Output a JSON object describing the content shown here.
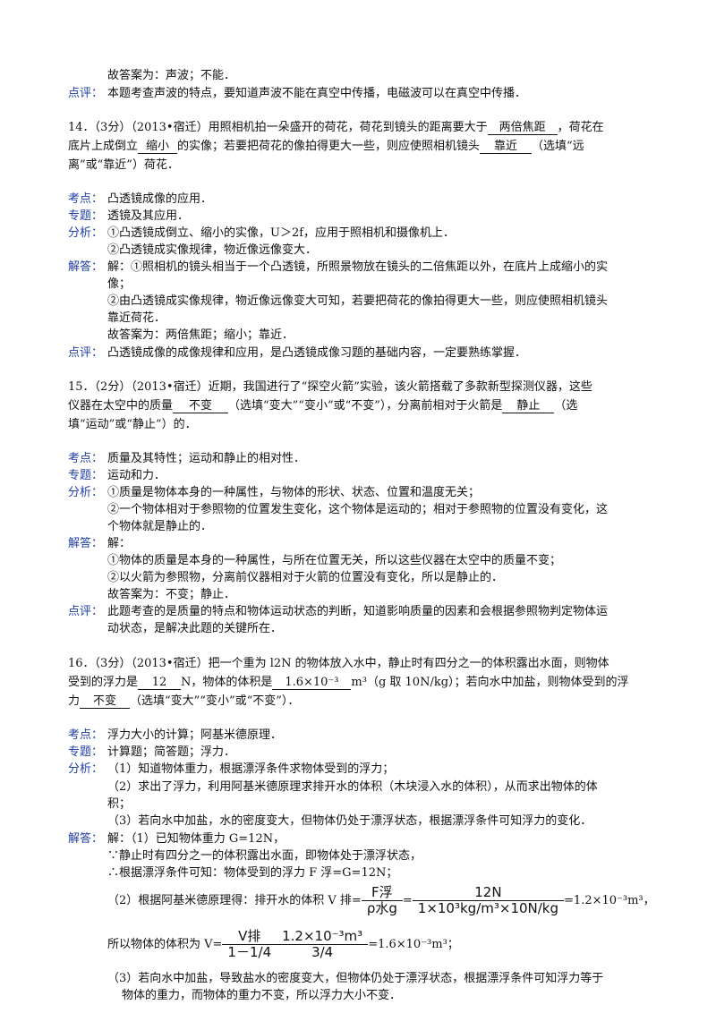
{
  "labels": {
    "pingshu": "点评：",
    "kaodian": "考点：",
    "zhuanti": "专题：",
    "fenxi": "分析：",
    "jieda": "解答："
  },
  "top": {
    "l1": "故答案为：声波；不能．",
    "l2": "本题考查声波的特点，要知道声波不能在真空中传播，电磁波可以在真空中传播．"
  },
  "q14": {
    "q_a": "14．（3分）（2013•宿迁）用照相机拍一朵盛开的荷花，荷花到镜头的距离要大于",
    "blank1": "两倍焦距",
    "q_b": "，荷花在",
    "q2_a": "底片上成倒立",
    "blank2": "缩小",
    "q2_b": "的实像；若要把荷花的像拍得更大一些，则应使照相机镜头",
    "blank3": "靠近",
    "q2_c": "（选填“远",
    "q3": "离”或“靠近”）荷花．",
    "kaodian": "凸透镜成像的应用．",
    "zhuanti": "透镜及其应用．",
    "fenxi1": "①凸透镜成倒立、缩小的实像，U＞2f，应用于照相机和摄像机上．",
    "fenxi2": "②凸透镜成实像规律，物近像远像变大．",
    "jieda1": "解：①照相机的镜头相当于一个凸透镜，所照景物放在镜头的二倍焦距以外，在底片上成缩小的实",
    "jieda1b": "像；",
    "jieda2": "②由凸透镜成实像规律，物近像远像变大可知，若要把荷花的像拍得更大一些，则应使照相机镜头",
    "jieda2b": "靠近荷花．",
    "jieda3": "故答案为：两倍焦距；缩小；靠近．",
    "pingshu": "凸透镜成像的成像规律和应用，是凸透镜成像习题的基础内容，一定要熟练掌握．"
  },
  "q15": {
    "q1": "15．（2分）（2013•宿迁）近期，我国进行了“探空火箭”实验，该火箭搭载了多款新型探测仪器，这些",
    "q2_a": "仪器在太空中的质量",
    "blank1": "不变",
    "q2_b": "（选填“变大”“变小”或“不变”），分离前相对于火箭是",
    "blank2": "静止",
    "q2_c": "（选",
    "q3": "填“运动”或“静止”）的．",
    "kaodian": "质量及其特性；运动和静止的相对性．",
    "zhuanti": "运动和力．",
    "fenxi1": "①质量是物体本身的一种属性，与物体的形状、状态、位置和温度无关；",
    "fenxi2": "②一个物体相对于参照物的位置发生变化，这个物体是运动的；相对于参照物的位置没有变化，这",
    "fenxi2b": "个物体就是静止的．",
    "jieda0": "解：",
    "jieda1": "①物体的质量是本身的一种属性，与所在位置无关，所以这些仪器在太空中的质量不变；",
    "jieda2": "②以火箭为参照物，分离前仪器相对于火箭的位置没有变化，所以是静止的．",
    "jieda3": "故答案为：不变；静止．",
    "pingshu1": "此题考查的是质量的特点和物体运动状态的判断，知道影响质量的因素和会根据参照物判定物体运",
    "pingshu2": "动状态，是解决此题的关键所在．"
  },
  "q16": {
    "q1": "16．（3分）（2013•宿迁）把一个重为 l2N 的物体放入水中，静止时有四分之一的体积露出水面，则物体",
    "q2_a": "受到的浮力是",
    "blank1": "12",
    "q2_b": "N，物体的体积是",
    "blank2": "1.6×10⁻³",
    "q2_c": "m³（g 取 10N/kg）；若向水中加盐，则物体受到的浮",
    "q3_a": "力",
    "blank3": "不变",
    "q3_b": "（选填“变大”“变小”或“不变”）．",
    "kaodian": "浮力大小的计算；阿基米德原理．",
    "zhuanti": "计算题；简答题；浮力．",
    "fenxi1": "（1）知道物体重力，根据漂浮条件求物体受到的浮力；",
    "fenxi2": "（2）求出了浮力，利用阿基米德原理求排开水的体积（木块浸入水的体积），从而求出物体的体",
    "fenxi2b": "积；",
    "fenxi3": "（3）若向水中加盐，水的密度变大，但物体仍处于漂浮状态，根据漂浮条件可知浮力的变化．",
    "jieda1": "解：（1）已知物体重力 G=12N，",
    "jieda2": "∵静止时有四分之一的体积露出水面，即物体处于漂浮状态，",
    "jieda3": "∴根据漂浮条件可知：物体受到的浮力 F 浮=G=12N；",
    "jieda4_a": "（2）根据阿基米德原理得：排开水的体积 V 排=",
    "f1_num": "F浮",
    "f1_den": "ρ水g",
    "eq": "=",
    "f2_num": "12N",
    "f2_den": "1×10³kg/m³×10N/kg",
    "jieda4_b": "=1.2×10⁻³m³，",
    "jieda5_a": "所以物体的体积为 V=",
    "f3_num": "V排",
    "f3_den": "1－1/4",
    "f4_num": "1.2×10⁻³m³",
    "f4_den": "3/4",
    "jieda5_b": "=1.6×10⁻³m³；",
    "jieda6": "（3）若向水中加盐，导致盐水的密度变大，但物体仍处于漂浮状态，根据漂浮条件可知浮力等于",
    "jieda6b": "物体的重力，而物体的重力不变，所以浮力大小不变．"
  }
}
